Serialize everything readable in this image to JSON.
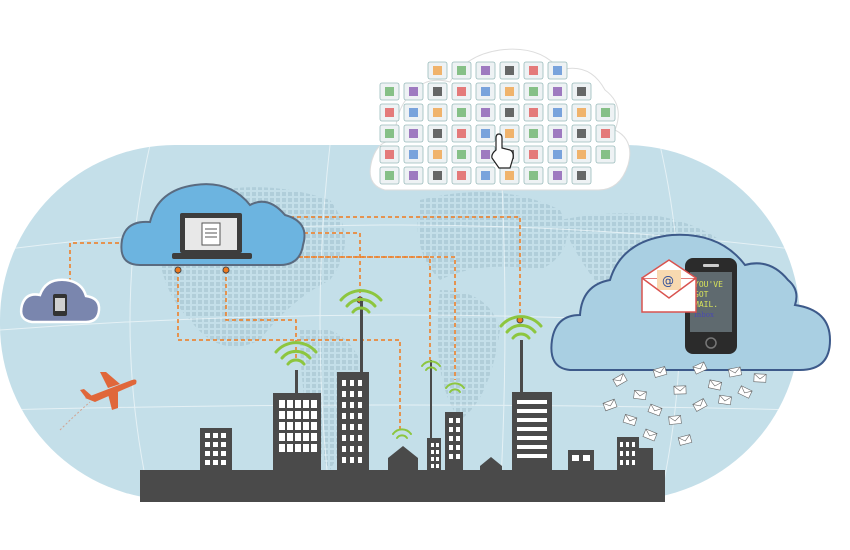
{
  "colors": {
    "globe": "#bcdbe6",
    "cloud_blue": "#6cb4e0",
    "cloud_small": "#7a86ae",
    "cloud_right": "#a9cfe2",
    "skyline": "#4a4a4a",
    "signal": "#8dc63f",
    "connector": "#f07a1e",
    "airplane": "#e0673a"
  },
  "phone_message": {
    "line1": "YOU'VE",
    "line2": "GOT",
    "line3": "MAIL.",
    "line4": "Inbox"
  },
  "icons": [
    "laptop-icon",
    "document-icon",
    "smartphone-icon",
    "envelope-icon",
    "at-sign-icon",
    "airplane-icon",
    "hand-cursor-icon",
    "wifi-signal-icon"
  ]
}
